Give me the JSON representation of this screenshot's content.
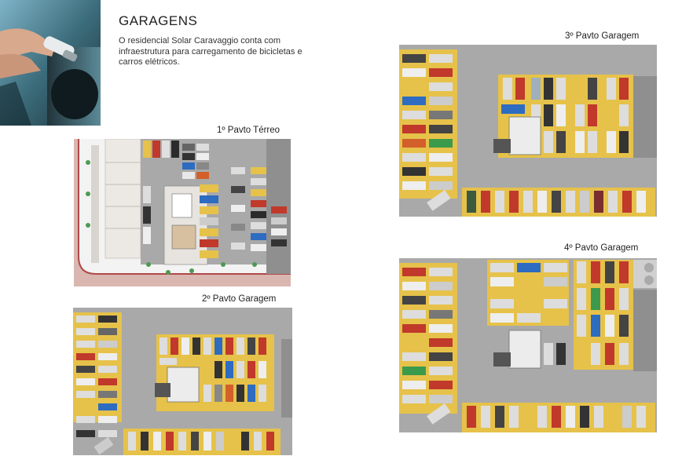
{
  "heading": "GARAGENS",
  "intro": "O residencial Solar Caravaggio conta com infraestrutura para carregamento de bicicletas e carros elétricos.",
  "plans": {
    "terreo": "1º Pavto Térreo",
    "g2": "2º Pavto Garagem",
    "g3": "3º Pavto Garagem",
    "g4": "4º Pavto Garagem"
  },
  "colors": {
    "floor": "#a9a9a9",
    "slot": "#e6c24a",
    "street": "#d9b7b0",
    "ramp": "#8f8f8f"
  }
}
